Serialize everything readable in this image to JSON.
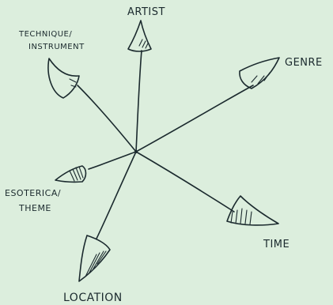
{
  "background_color": "#dceedd",
  "ink_color": "#1b2a2e",
  "axes": [
    {
      "key": "artist",
      "label": "ARTIST"
    },
    {
      "key": "genre",
      "label": "GENRE"
    },
    {
      "key": "time",
      "label": "TIME"
    },
    {
      "key": "location",
      "label": "LOCATION"
    },
    {
      "key": "esoterica",
      "label_lines": [
        "ESOTERICA/",
        "THEME"
      ]
    },
    {
      "key": "technique",
      "label_lines": [
        "TECHNIQUE/",
        "INSTRUMENT"
      ]
    }
  ]
}
